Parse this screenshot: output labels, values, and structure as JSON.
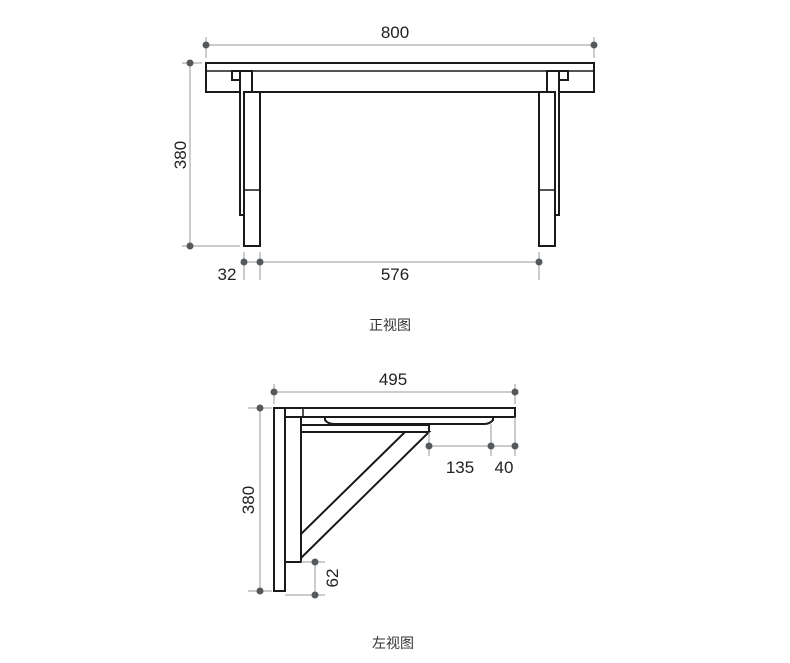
{
  "front_view": {
    "caption": "正视图",
    "dimensions": {
      "width": "800",
      "height": "380",
      "leg_width": "32",
      "leg_spacing": "576"
    }
  },
  "side_view": {
    "caption": "左视图",
    "dimensions": {
      "depth": "495",
      "height": "380",
      "bracket_offset": "135",
      "edge_overhang": "40",
      "foot_height": "62"
    }
  },
  "colors": {
    "line": "#1a1a1a",
    "dimension_line": "#9a9a9a",
    "dimension_dot": "#55595c"
  }
}
